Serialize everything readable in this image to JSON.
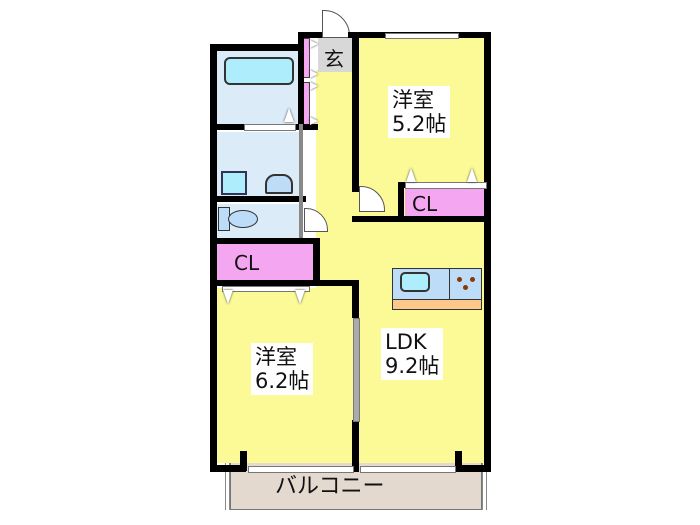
{
  "floor_plan": {
    "layout": "2LDK",
    "colors": {
      "wall": "#000000",
      "room_yellow": "#fcfa96",
      "closet_pink": "#f4a6f0",
      "wet_area_blue": "#dcebf8",
      "tub_cyan": "#aeeefc",
      "balcony_beige": "#e3d9cf",
      "entrance_gray": "#d8d8d8",
      "kitchen_counter_blue": "#bcdcf8",
      "kitchen_edge_orange": "#fcc88c",
      "stove_burner": "#8a3a00"
    },
    "rooms": [
      {
        "id": "western-room-north",
        "name": "洋室",
        "size": "5.2帖",
        "label": "洋室\n5.2帖"
      },
      {
        "id": "western-room-south",
        "name": "洋室",
        "size": "6.2帖",
        "label": "洋室\n6.2帖"
      },
      {
        "id": "ldk",
        "name": "LDK",
        "size": "9.2帖",
        "label": "LDK\n9.2帖"
      }
    ],
    "closets": [
      {
        "id": "closet-north",
        "label": "CL"
      },
      {
        "id": "closet-west",
        "label": "CL"
      }
    ],
    "entrance": {
      "label": "玄"
    },
    "balcony": {
      "label": "バルコニー"
    },
    "fixtures": [
      "bathtub",
      "washbasin",
      "washing-machine-pan",
      "toilet",
      "kitchen-sink",
      "stove"
    ]
  }
}
